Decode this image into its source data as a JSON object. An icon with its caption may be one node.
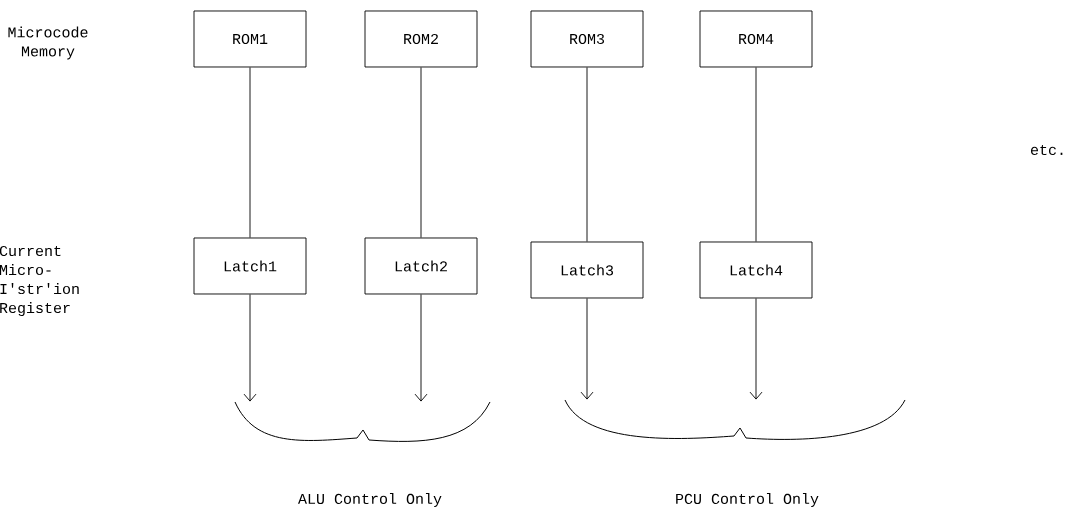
{
  "diagram": {
    "nodes": [
      {
        "text": [
          "ROM1"
        ]
      },
      {
        "text": [
          "ROM2"
        ]
      },
      {
        "text": [
          "ROM3"
        ]
      },
      {
        "text": [
          "ROM4"
        ]
      },
      {
        "text": [
          "Latch1"
        ]
      },
      {
        "text": [
          "Latch2"
        ]
      },
      {
        "text": [
          "Latch3"
        ]
      },
      {
        "text": [
          "Latch4"
        ]
      },
      {
        "text": [
          "ALU Control Only"
        ]
      },
      {
        "text": [
          "PCU Control Only"
        ]
      }
    ],
    "edges": [
      {
        "from": 0,
        "to": 4,
        "arrow": "none"
      },
      {
        "from": 1,
        "to": 5,
        "arrow": "none"
      },
      {
        "from": 2,
        "to": 6,
        "arrow": "none"
      },
      {
        "from": 3,
        "to": 7,
        "arrow": "none"
      },
      {
        "from": 4,
        "to": 8,
        "arrow": "to"
      },
      {
        "from": 5,
        "to": 8,
        "arrow": "to"
      },
      {
        "from": 6,
        "to": 9,
        "arrow": "to"
      },
      {
        "from": 7,
        "to": 9,
        "arrow": "to"
      }
    ],
    "labels": [
      "Microcode Memory",
      "etc.",
      "Current Micro- I'str'ion Register"
    ]
  }
}
